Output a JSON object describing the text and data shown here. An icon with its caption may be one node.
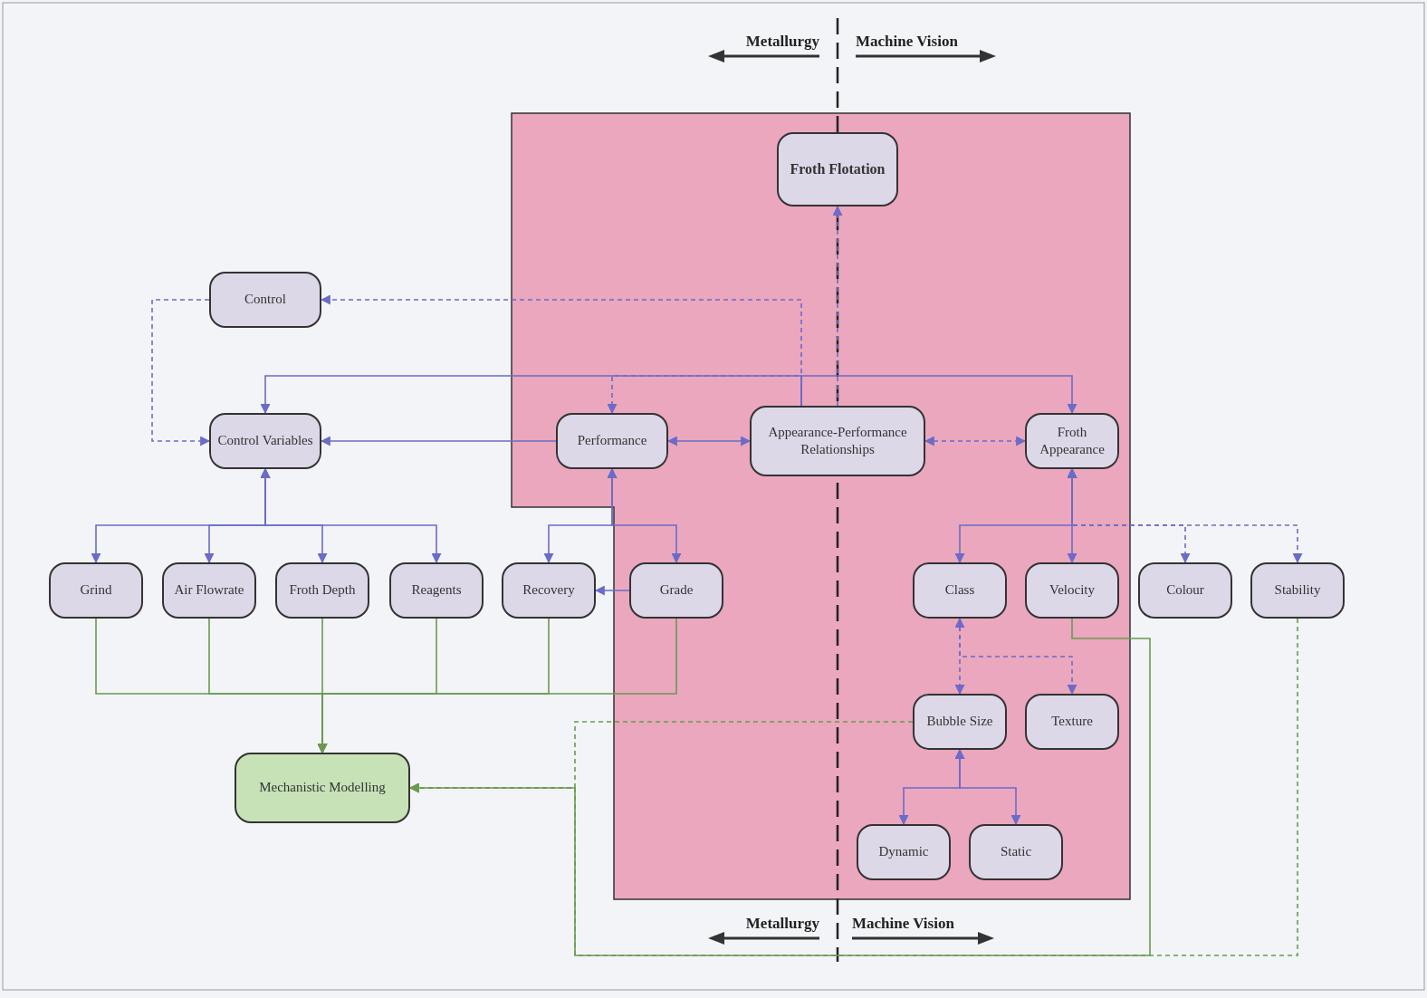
{
  "diagram": {
    "nodes": [
      {
        "text": [
          "Froth Flotation"
        ]
      },
      {
        "text": [
          "Control"
        ]
      },
      {
        "text": [
          "Control Variables"
        ]
      },
      {
        "text": [
          "Performance"
        ]
      },
      {
        "text": [
          "Appearance-Performance Relationships"
        ]
      },
      {
        "text": [
          "Froth Appearance"
        ]
      },
      {
        "text": [
          "Grind"
        ]
      },
      {
        "text": [
          "Air Flowrate"
        ]
      },
      {
        "text": [
          "Froth Depth"
        ]
      },
      {
        "text": [
          "Reagents"
        ]
      },
      {
        "text": [
          "Recovery"
        ]
      },
      {
        "text": [
          "Grade"
        ]
      },
      {
        "text": [
          "Class"
        ]
      },
      {
        "text": [
          "Velocity"
        ]
      },
      {
        "text": [
          "Colour"
        ]
      },
      {
        "text": [
          "Stability"
        ]
      },
      {
        "text": [
          "Bubble Size"
        ]
      },
      {
        "text": [
          "Texture"
        ]
      },
      {
        "text": [
          "Mechanistic Modelling"
        ]
      },
      {
        "text": [
          "Dynamic"
        ]
      },
      {
        "text": [
          "Static"
        ]
      }
    ],
    "edges": [
      {
        "from": 4,
        "to": 0,
        "arrow": "to",
        "style": "dashed"
      },
      {
        "from": 4,
        "to": 1,
        "arrow": "to",
        "style": "dashed"
      },
      {
        "from": 4,
        "to": 2,
        "arrow": "to"
      },
      {
        "from": 4,
        "to": 3,
        "arrow": "to",
        "style": "dashed"
      },
      {
        "from": 4,
        "to": 5,
        "arrow": "to"
      },
      {
        "from": 1,
        "to": 2,
        "arrow": "to",
        "style": "dashed"
      },
      {
        "from": 3,
        "to": 2,
        "arrow": "to"
      },
      {
        "from": 3,
        "to": 4,
        "arrow": "both"
      },
      {
        "from": 4,
        "to": 5,
        "arrow": "both",
        "style": "dashed"
      },
      {
        "from": 2,
        "to": 6,
        "arrow": "both"
      },
      {
        "from": 2,
        "to": 7,
        "arrow": "both"
      },
      {
        "from": 2,
        "to": 8,
        "arrow": "both"
      },
      {
        "from": 2,
        "to": 9,
        "arrow": "both"
      },
      {
        "from": 3,
        "to": 10,
        "arrow": "both"
      },
      {
        "from": 3,
        "to": 11,
        "arrow": "both"
      },
      {
        "from": 11,
        "to": 10,
        "arrow": "to"
      },
      {
        "from": 5,
        "to": 12,
        "arrow": "both"
      },
      {
        "from": 5,
        "to": 13,
        "arrow": "both"
      },
      {
        "from": 5,
        "to": 14,
        "arrow": "both",
        "style": "dashed"
      },
      {
        "from": 5,
        "to": 15,
        "arrow": "both",
        "style": "dashed"
      },
      {
        "from": 12,
        "to": 16,
        "arrow": "both",
        "style": "dashed"
      },
      {
        "from": 12,
        "to": 17,
        "arrow": "to",
        "style": "dashed"
      },
      {
        "from": 16,
        "to": 19,
        "arrow": "both"
      },
      {
        "from": 16,
        "to": 20,
        "arrow": "both"
      },
      {
        "from": 6,
        "to": 18,
        "arrow": "to",
        "color": "#6a9a50"
      },
      {
        "from": 7,
        "to": 18,
        "arrow": "to",
        "color": "#6a9a50"
      },
      {
        "from": 8,
        "to": 18,
        "arrow": "to",
        "color": "#6a9a50"
      },
      {
        "from": 9,
        "to": 18,
        "arrow": "to",
        "color": "#6a9a50"
      },
      {
        "from": 10,
        "to": 18,
        "arrow": "to",
        "color": "#6a9a50"
      },
      {
        "from": 11,
        "to": 18,
        "arrow": "to",
        "color": "#6a9a50"
      },
      {
        "from": 16,
        "to": 18,
        "arrow": "to",
        "style": "dashed",
        "color": "#6a9a50"
      },
      {
        "from": 13,
        "to": 18,
        "arrow": "to",
        "color": "#6a9a50"
      },
      {
        "from": 15,
        "to": 18,
        "arrow": "to",
        "style": "dashed",
        "color": "#6a9a50"
      }
    ],
    "labels": [
      "Metallurgy",
      "Machine Vision",
      "Metallurgy",
      "Machine Vision"
    ]
  }
}
